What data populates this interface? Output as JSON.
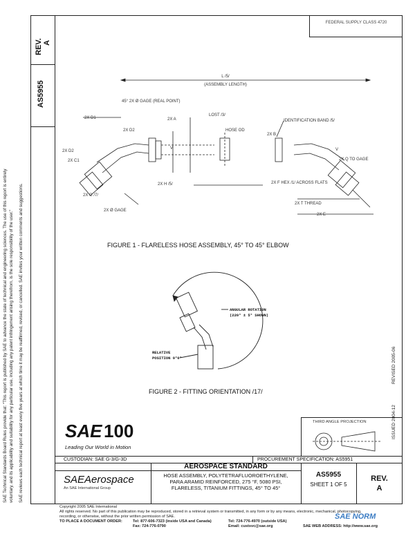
{
  "header": {
    "rev_label": "REV.",
    "rev_value": "A",
    "doc_number": "AS5955",
    "fed_code": "FEDERAL SUPPLY CLASS 4720"
  },
  "side_notes": {
    "line1": "SAE Technical Standards Board Rules provide that: \"This report is published by SAE to advance the state of technical and engineering sciences. The use of this report is entirely",
    "line2": "voluntary, and its applicability and suitability for any particular use, including any patent infringement arising therefrom, is the sole responsibility of the user.\"",
    "line3": "SAE reviews each technical report at least every five years at which time it may be reaffirmed, revised, or cancelled. SAE invites your written comments and suggestions.",
    "issued": "ISSUED 2004-12",
    "revised": "REVISED 2005-06"
  },
  "figure1": {
    "caption": "FIGURE 1 - FLARELESS HOSE ASSEMBLY, 45° TO 45° ELBOW",
    "labels": {
      "length": "L /5/",
      "length_sub": "(ASSEMBLY LENGTH)",
      "gage": "45° 2X Ø GAGE (REAL POINT)",
      "d1": "2X D1",
      "a": "2X A",
      "d2_top": "2X D2",
      "lost": "LOST /3/",
      "hose_od": "HOSE OD",
      "d2": "2X D2",
      "c1": "2X C1",
      "band": "IDENTIFICATION BAND /5/",
      "b": "2X B",
      "v": "V",
      "gage_right": "2X Q TO GAGE",
      "hex": "2X F HEX /1/ ACROSS FLATS",
      "h": "2X H /5/",
      "thread": "2X T THREAD",
      "ug": "2X Ø GAGE",
      "g": "2X G /7/",
      "e": "2X E"
    }
  },
  "figure2": {
    "caption": "FIGURE 2 - FITTING ORIENTATION /17/",
    "rotation_label": "ANGULAR ROTATION",
    "rotation_sub": "(220° ± 5° SHOWN)",
    "relative_label": "RELATIVE",
    "relative_sub": "POSITION 0°0°"
  },
  "projection": {
    "label": "THIRD ANGLE PROJECTION"
  },
  "logo": {
    "brand": "SAE",
    "number": "100",
    "tagline": "Leading Our World in Motion"
  },
  "custodian": {
    "label": "CUSTODIAN: SAE G-3/G-3D",
    "procurement": "PROCUREMENT SPECIFICATION: AS5951"
  },
  "title_block": {
    "org": "SAEAerospace",
    "org_sub": "An SAE International Group",
    "standard": "AEROSPACE STANDARD",
    "title_line1": "HOSE ASSEMBLY, POLYTETRAFLUOROETHYLENE,",
    "title_line2": "PARA ARAMID REINFORCED, 275 °F, 5080 PSI,",
    "title_line3": "FLARELESS, TITANIUM FITTINGS, 45° TO 45°",
    "doc": "AS5955",
    "sheet": "SHEET 1 OF 5",
    "rev_label": "REV.",
    "rev_value": "A"
  },
  "footer": {
    "copyright": "Copyright 2005 SAE International",
    "rights": "All rights reserved. No part of this publication may be reproduced, stored in a retrieval system or transmitted, in any form or by any means, electronic, mechanical, photocopying,",
    "rights2": "recording, or otherwise, without the prior written permission of SAE.",
    "order_label": "TO PLACE A DOCUMENT ORDER:",
    "tel1": "Tel: 877-606-7323 (inside USA and Canada)",
    "tel2": "Tel: 724-776-4970 (outside USA)",
    "fax": "Fax: 724-776-0790",
    "email": "Email: custsvc@sae.org",
    "web": "SAE WEB ADDRESS: http://www.sae.org",
    "stamp": "SAE NORM"
  }
}
